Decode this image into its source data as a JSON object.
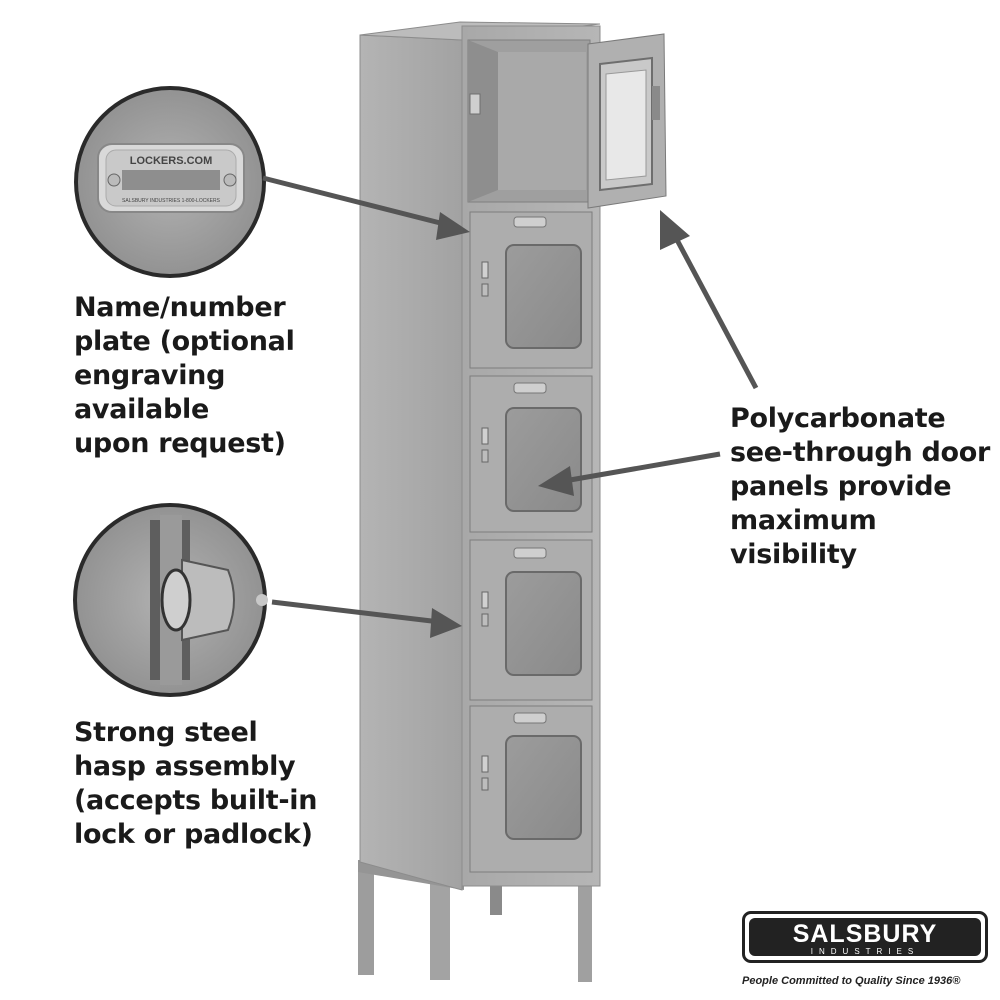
{
  "callouts": {
    "nameplate": "Name/number\nplate (optional\nengraving available\nupon request)",
    "panels": "Polycarbonate\nsee-through door\npanels provide\nmaximum visibility",
    "hasp": "Strong steel\nhasp assembly\n(accepts built-in\nlock or padlock)"
  },
  "plate": {
    "top_text": "LOCKERS.COM",
    "bottom_text": "SALSBURY INDUSTRIES  1-800-LOCKERS"
  },
  "logo": {
    "name": "SALSBURY",
    "sub": "INDUSTRIES",
    "tagline": "People Committed to Quality Since 1936®"
  },
  "colors": {
    "locker": "#a9a9a9",
    "locker_dark": "#8e8e8e",
    "arrow": "#555555",
    "text": "#1a1a1a"
  }
}
